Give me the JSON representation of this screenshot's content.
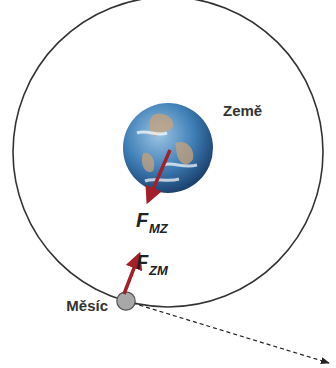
{
  "diagram": {
    "nodes": [
      {
        "text": [
          "Země"
        ]
      },
      {
        "text": [
          "Měsíc"
        ]
      }
    ],
    "labels": [
      "F",
      "MZ",
      "F",
      "ZM"
    ]
  }
}
